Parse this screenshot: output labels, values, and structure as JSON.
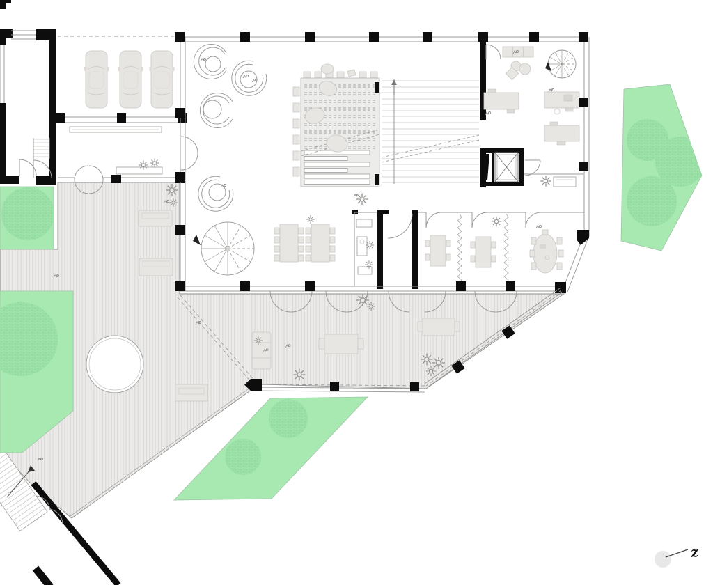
{
  "meta": {
    "drawing_type": "architectural floor plan",
    "view": "ground floor with terrace and garden"
  },
  "north_marker": {
    "label": "z"
  },
  "colors": {
    "paper": "#ffffff",
    "wall": "#0d0d0d",
    "line": "#9b9b99",
    "light-line": "#c9c7c4",
    "terrace": "#ecebe9",
    "hatch-line": "#d8d7d5",
    "green": "#a8e9b2",
    "tree": "#9be1a8",
    "furniture": "#e8e6e3"
  },
  "symbols": {
    "cars_in_garage": 3,
    "circular_sofas": 4,
    "spiral_staircases": 2,
    "elevators": 1,
    "tribune_with_wide_stair": 1,
    "meeting_tables_8_seats": 2,
    "meeting_tables_4_seats": 2,
    "oval_conference_table": 1,
    "office_desks": 3,
    "trees_left_garden": 2,
    "trees_bottom_garden": 2,
    "trees_right_garden": 3,
    "pond_circle": 1,
    "exterior_stairs": 2
  }
}
